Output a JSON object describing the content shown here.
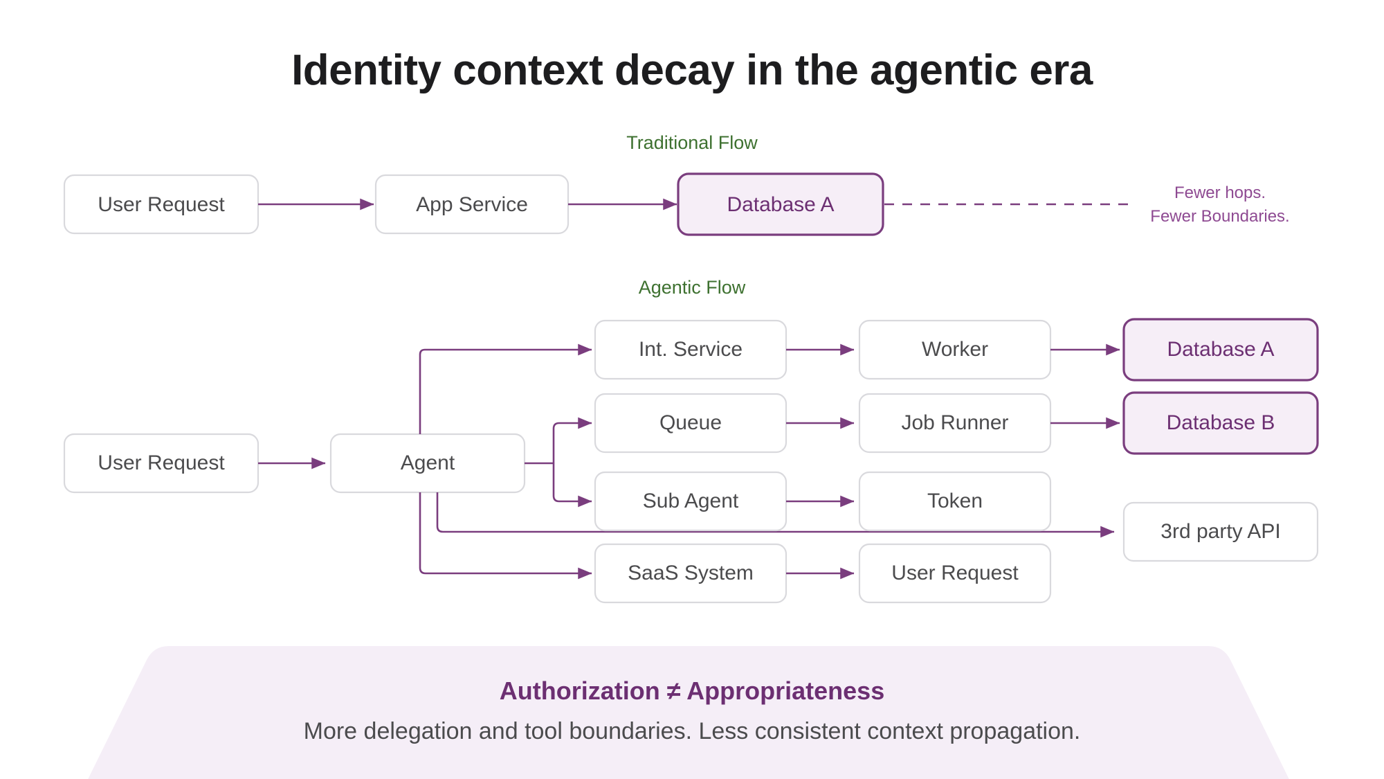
{
  "title": "Identity context decay in the agentic era",
  "colors": {
    "accent_purple": "#7a3d7e",
    "accent_purple_text": "#6c2f72",
    "accent_fill": "#f6eef7",
    "flow_label_green": "#3e7130",
    "node_text": "#4b4b4d",
    "node_border": "#d9d9dd",
    "title_text": "#1d1d1f",
    "banner_fill": "#f5eef7",
    "side_note_purple": "#8e4a92"
  },
  "traditional": {
    "label": "Traditional Flow",
    "nodes": [
      {
        "id": "user-request",
        "label": "User Request",
        "style": "plain"
      },
      {
        "id": "app-service",
        "label": "App Service",
        "style": "plain"
      },
      {
        "id": "database-a",
        "label": "Database A",
        "style": "accent"
      }
    ],
    "note_line1": "Fewer hops.",
    "note_line2": "Fewer Boundaries."
  },
  "agentic": {
    "label": "Agentic Flow",
    "entry": {
      "id": "user-request",
      "label": "User Request",
      "style": "plain"
    },
    "hub": {
      "id": "agent",
      "label": "Agent",
      "style": "plain"
    },
    "branches": [
      {
        "id": "branch-int-service",
        "nodes": [
          {
            "id": "int-service",
            "label": "Int. Service",
            "style": "plain"
          },
          {
            "id": "worker",
            "label": "Worker",
            "style": "plain"
          },
          {
            "id": "database-a",
            "label": "Database A",
            "style": "accent"
          }
        ]
      },
      {
        "id": "branch-queue",
        "nodes": [
          {
            "id": "queue",
            "label": "Queue",
            "style": "plain"
          },
          {
            "id": "job-runner",
            "label": "Job Runner",
            "style": "plain"
          },
          {
            "id": "database-b",
            "label": "Database B",
            "style": "accent"
          }
        ]
      },
      {
        "id": "branch-sub-agent",
        "nodes": [
          {
            "id": "sub-agent",
            "label": "Sub Agent",
            "style": "plain"
          },
          {
            "id": "token",
            "label": "Token",
            "style": "plain"
          }
        ]
      },
      {
        "id": "branch-third-party",
        "nodes": [
          {
            "id": "third-party-api",
            "label": "3rd party API",
            "style": "plain"
          }
        ]
      },
      {
        "id": "branch-saas",
        "nodes": [
          {
            "id": "saas-system",
            "label": "SaaS System",
            "style": "plain"
          },
          {
            "id": "user-request-out",
            "label": "User Request",
            "style": "plain"
          }
        ]
      }
    ]
  },
  "banner": {
    "heading": "Authorization ≠ Appropriateness",
    "subtext": "More delegation and tool boundaries. Less consistent context propagation."
  }
}
